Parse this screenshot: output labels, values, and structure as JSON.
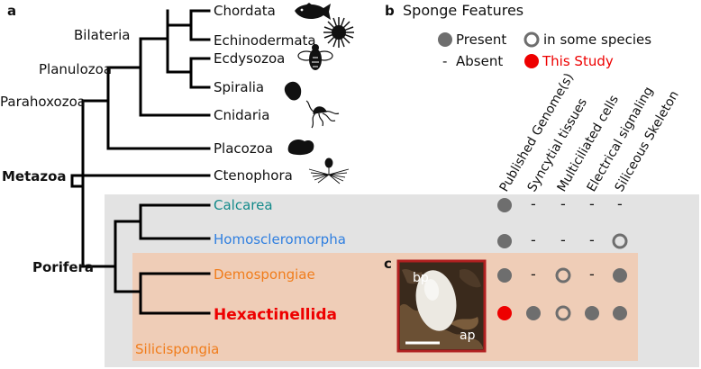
{
  "panels": {
    "a": "a",
    "b": "b",
    "c": "c"
  },
  "legend": {
    "title": "Sponge Features",
    "present": "Present",
    "some_species": "in some species",
    "absent_symbol": "-",
    "absent": "Absent",
    "this_study": "This Study"
  },
  "colors": {
    "present": "#6e6e6e",
    "this_study": "#ee0000",
    "calcarea": "#138a8a",
    "homoscleromorpha": "#2f7fe0",
    "demospongiae": "#f07d1c",
    "hexactinellida": "#ee0000",
    "silicispongia": "#f07d1c",
    "porifera_box": "#e3e3e3",
    "silicispongia_box": "#efcdb7",
    "photo_border": "#b02020"
  },
  "tree": {
    "taxa": {
      "chordata": "Chordata",
      "echinodermata": "Echinodermata",
      "ecdysozoa": "Ecdysozoa",
      "spiralia": "Spiralia",
      "cnidaria": "Cnidaria",
      "placozoa": "Placozoa",
      "ctenophora": "Ctenophora",
      "calcarea": "Calcarea",
      "homoscleromorpha": "Homoscleromorpha",
      "demospongiae": "Demospongiae",
      "hexactinellida": "Hexactinellida"
    },
    "clades": {
      "bilateria": "Bilateria",
      "planulozoa": "Planulozoa",
      "parahoxozoa": "Parahoxozoa",
      "metazoa": "Metazoa",
      "porifera": "Porifera",
      "silicispongia": "Silicispongia"
    }
  },
  "features": {
    "columns": [
      "Published Genome(s)",
      "Syncytial tissues",
      "Multiciliated cells",
      "Electrical signaling",
      "Siliceous Skeleton"
    ],
    "rows": [
      {
        "taxon": "Calcarea",
        "cells": [
          "present",
          "absent",
          "absent",
          "absent",
          "absent"
        ]
      },
      {
        "taxon": "Homoscleromorpha",
        "cells": [
          "present",
          "absent",
          "absent",
          "absent",
          "some"
        ]
      },
      {
        "taxon": "Demospongiae",
        "cells": [
          "present",
          "absent",
          "some",
          "absent",
          "present"
        ]
      },
      {
        "taxon": "Hexactinellida",
        "cells": [
          "this_study",
          "present",
          "some",
          "present",
          "present"
        ]
      }
    ]
  },
  "photo": {
    "label_bp": "bp",
    "label_ap": "ap"
  },
  "icons": {
    "chordata": "fish-icon",
    "echinodermata": "sea-urchin-icon",
    "ecdysozoa": "fly-icon",
    "spiralia": "snail-icon",
    "cnidaria": "jellyfish-icon",
    "placozoa": "placozoan-icon",
    "ctenophora": "comb-jelly-icon"
  }
}
